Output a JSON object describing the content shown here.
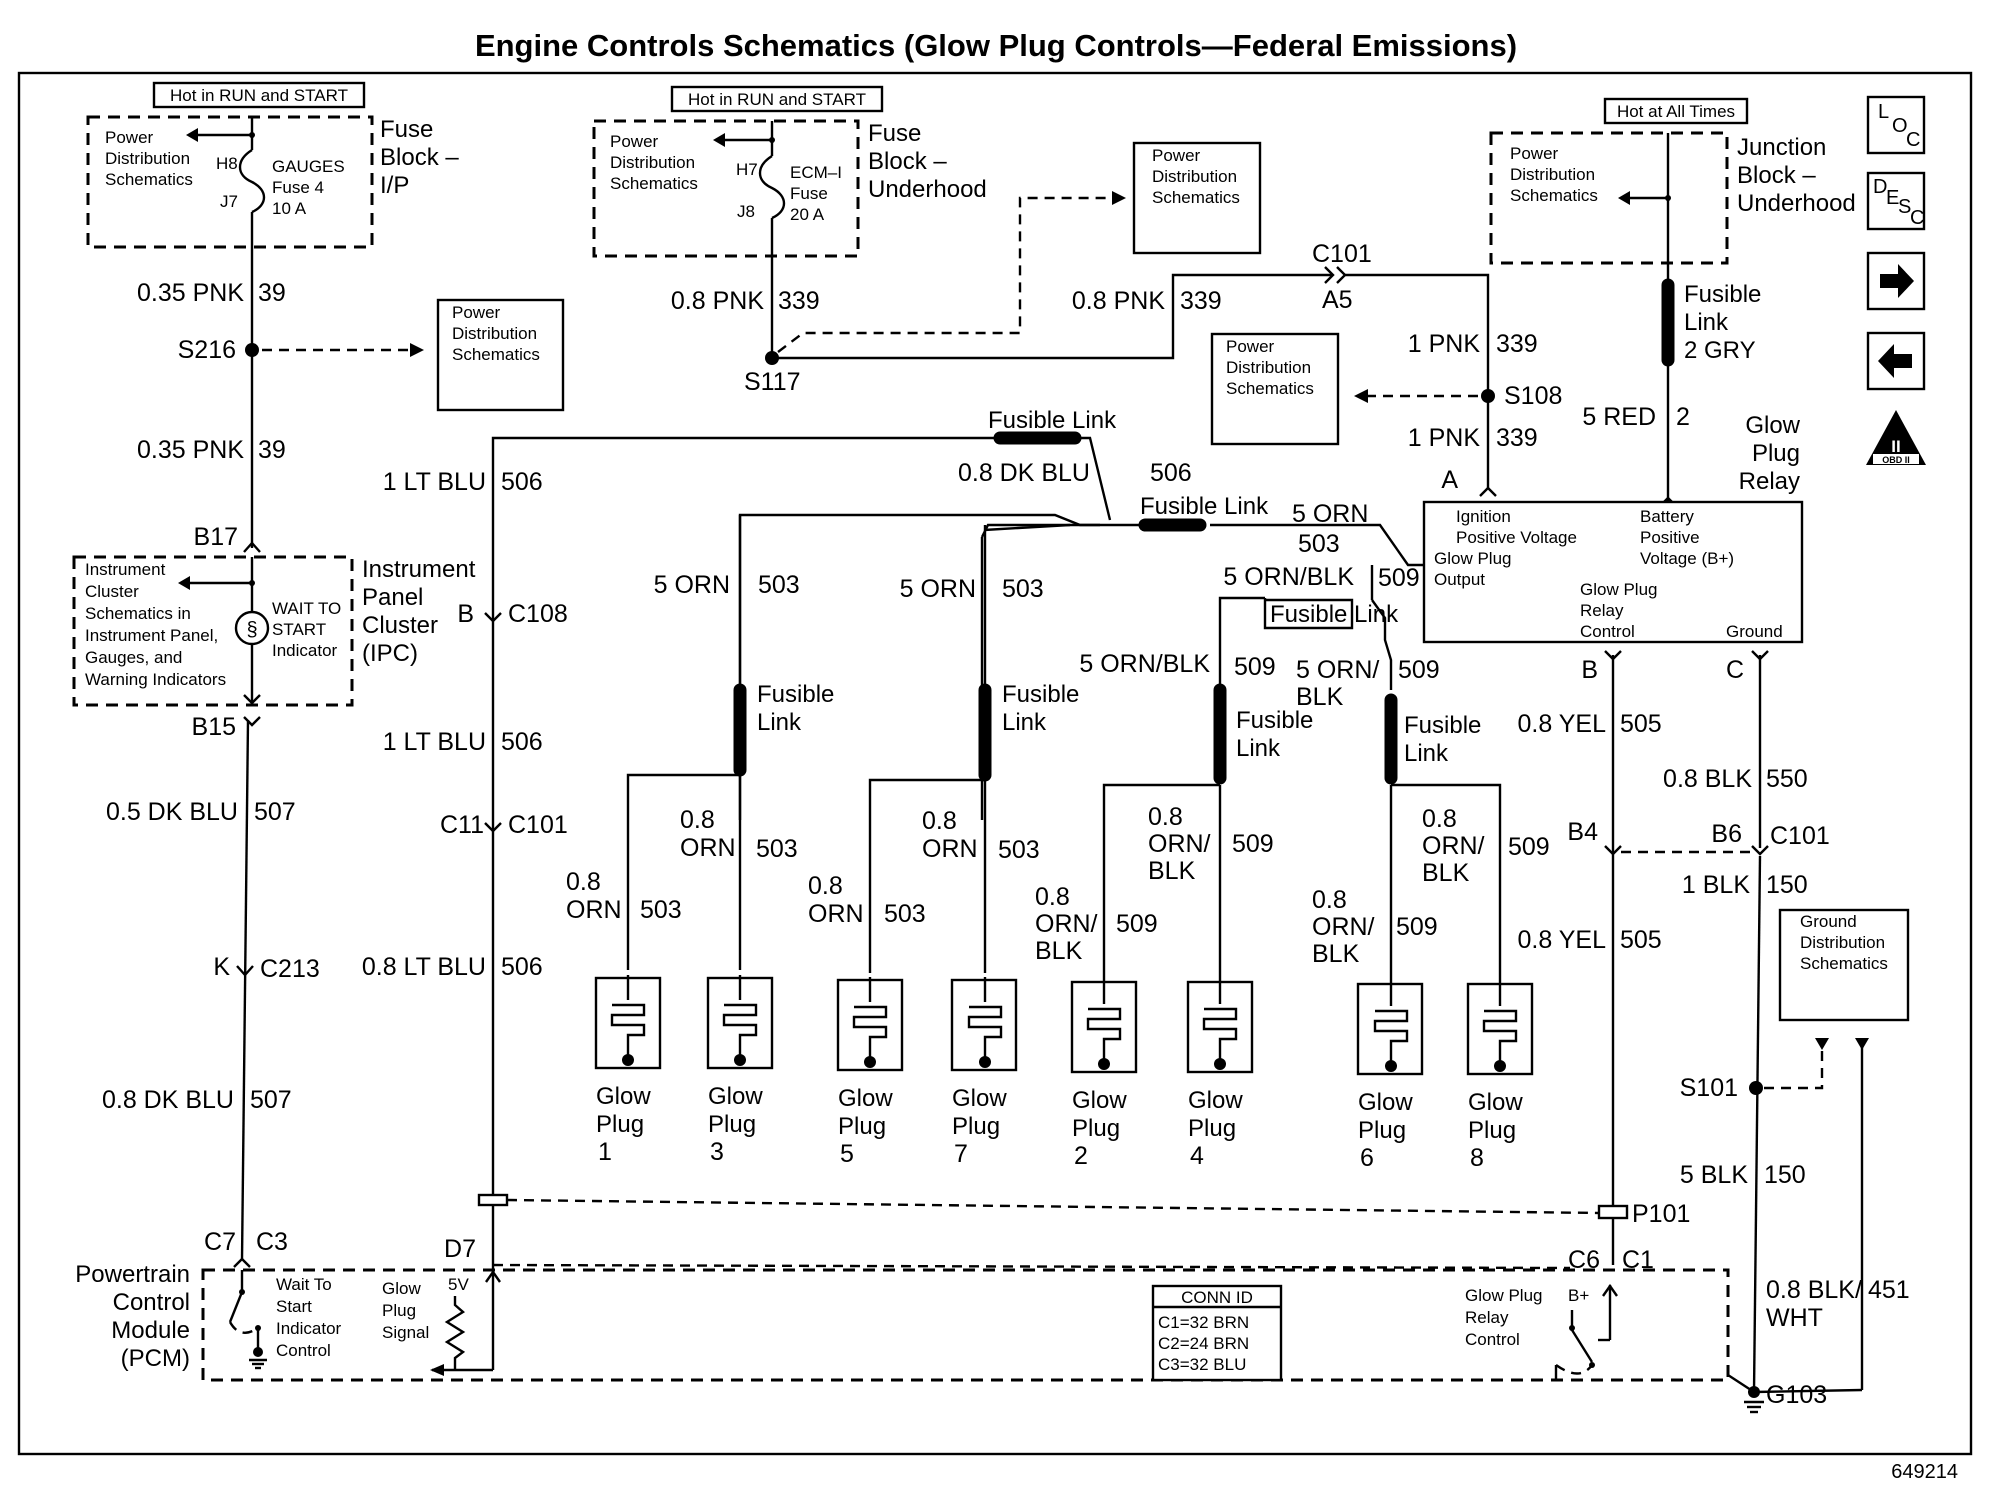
{
  "title": "Engine Controls Schematics (Glow Plug Controls—Federal Emissions)",
  "figure_id": "649214",
  "hot_labels": {
    "ip": "Hot in RUN and START",
    "uh": "Hot in RUN and START",
    "jb": "Hot at All Times"
  },
  "fuse_blocks": {
    "ip": {
      "line1": "Fuse",
      "line2": "Block –",
      "line3": "I/P",
      "pin_top": "H8",
      "pin_bot": "J7",
      "fuse1": "GAUGES",
      "fuse2": "Fuse 4",
      "fuse3": "10 A"
    },
    "uh": {
      "line1": "Fuse",
      "line2": "Block –",
      "line3": "Underhood",
      "pin_top": "H7",
      "pin_bot": "J8",
      "fuse1": "ECM–I",
      "fuse2": "Fuse",
      "fuse3": "20 A"
    },
    "jb": {
      "line1": "Junction",
      "line2": "Block –",
      "line3": "Underhood"
    }
  },
  "pds": {
    "l1": "Power",
    "l2": "Distribution",
    "l3": "Schematics"
  },
  "gds": {
    "l1": "Ground",
    "l2": "Distribution",
    "l3": "Schematics"
  },
  "ipc": {
    "box_l1": "Instrument",
    "box_l2": "Cluster",
    "box_l3": "Schematics in",
    "box_l4": "Instrument Panel,",
    "box_l5": "Gauges, and",
    "box_l6": "Warning Indicators",
    "ind1": "WAIT TO",
    "ind2": "START",
    "ind3": "Indicator",
    "name1": "Instrument",
    "name2": "Panel",
    "name3": "Cluster",
    "name4": "(IPC)"
  },
  "splices": {
    "s216": "S216",
    "s117": "S117",
    "s108": "S108",
    "s101": "S101",
    "p101": "P101",
    "g103": "G103"
  },
  "connectors": {
    "b17": "B17",
    "b15": "B15",
    "k": "K",
    "c213": "C213",
    "c7": "C7",
    "c3": "C3",
    "b": "B",
    "c108": "C108",
    "c11": "C11",
    "c101a": "C101",
    "d7": "D7",
    "c101b": "C101",
    "a5": "A5",
    "pa": "A",
    "pb": "B",
    "pc": "C",
    "b4": "B4",
    "b6": "B6",
    "c101c": "C101",
    "c6": "C6",
    "c1": "C1"
  },
  "wires": {
    "w1a": "0.35 PNK",
    "n1a": "39",
    "w1b": "0.35 PNK",
    "n1b": "39",
    "w2": "0.5 DK BLU",
    "n2": "507",
    "w3": "0.8 DK BLU",
    "n3": "507",
    "w4": "1 LT BLU",
    "n4": "506",
    "w5": "1 LT BLU",
    "n5": "506",
    "w6": "0.8 LT BLU",
    "n6": "506",
    "w7": "0.8 PNK",
    "n7": "339",
    "w8": "0.8 PNK",
    "n8": "339",
    "w9": "1 PNK",
    "n9": "339",
    "w10": "1 PNK",
    "n10": "339",
    "w11": "5 RED",
    "n11": "2",
    "w12": "0.8 DK BLU",
    "n12": "506",
    "w13": "5 ORN",
    "n13": "503",
    "w14": "5 ORN/BLK",
    "n14": "509",
    "w15a": "5 ORN",
    "n15a": "503",
    "w15b": "5 ORN",
    "n15b": "503",
    "w16a": "5 ORN/BLK",
    "n16a": "509",
    "w16b1": "5 ORN/",
    "w16b2": "BLK",
    "n16b": "509",
    "orn1": "0.8",
    "orn2": "ORN",
    "nOrn": "503",
    "ob1": "0.8",
    "ob2": "ORN/",
    "ob3": "BLK",
    "nOb": "509",
    "yel1": "0.8 YEL",
    "nyel1": "505",
    "yel2": "0.8 YEL",
    "nyel2": "505",
    "blk1": "0.8 BLK",
    "nblk1": "550",
    "blk2": "1 BLK",
    "nblk2": "150",
    "blk3": "5 BLK",
    "nblk3": "150",
    "blk4a": "0.8 BLK/",
    "blk4b": "WHT",
    "nblk4": "451"
  },
  "fusible": {
    "l1": "Fusible",
    "l2": "Link",
    "inline": "Fusible Link",
    "gry1": "Fusible",
    "gry2": "Link",
    "gry3": "2 GRY"
  },
  "relay": {
    "name1": "Glow",
    "name2": "Plug",
    "name3": "Relay",
    "ign1": "Ignition",
    "ign2": "Positive Voltage",
    "out1": "Glow Plug",
    "out2": "Output",
    "bat1": "Battery",
    "bat2": "Positive",
    "bat3": "Voltage (B+)",
    "ctl1": "Glow Plug",
    "ctl2": "Relay",
    "ctl3": "Control",
    "gnd": "Ground"
  },
  "glow_plug": {
    "l1": "Glow",
    "l2": "Plug",
    "n1": "1",
    "n3": "3",
    "n5": "5",
    "n7": "7",
    "n2": "2",
    "n4": "4",
    "n6": "6",
    "n8": "8"
  },
  "pcm": {
    "name1": "Powertrain",
    "name2": "Control",
    "name3": "Module",
    "name4": "(PCM)",
    "wts1": "Wait To",
    "wts2": "Start",
    "wts3": "Indicator",
    "wts4": "Control",
    "gps1": "Glow",
    "gps2": "Plug",
    "gps3": "Signal",
    "v5": "5V",
    "rc1": "Glow Plug",
    "rc2": "Relay",
    "rc3": "Control",
    "bplus": "B+",
    "conn_title": "CONN ID",
    "conn1": "C1=32 BRN",
    "conn2": "C2=24 BRN",
    "conn3": "C3=32 BLU"
  },
  "icons": {
    "loc1": "L",
    "loc2": "O",
    "loc3": "C",
    "desc1": "D",
    "desc2": "E",
    "desc3": "S",
    "desc4": "C",
    "obd": "OBD II",
    "obd_top": "II"
  }
}
